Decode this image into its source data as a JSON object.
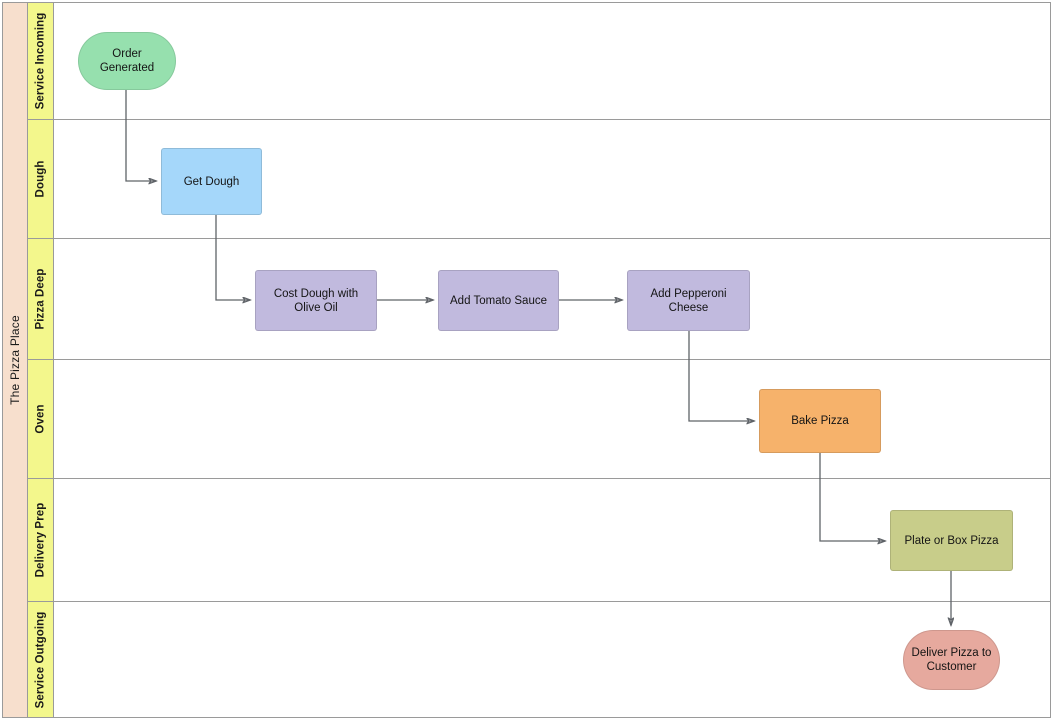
{
  "diagram": {
    "type": "swimlane-flowchart",
    "pool": {
      "name": "The Pizza Place",
      "header_color": "#f7dfcd"
    },
    "lane_header_color": "#f3f78c",
    "border_color": "#9a9a9a",
    "connector_color": "#5f6368",
    "lanes": [
      {
        "id": "service-incoming",
        "label": "Service Incoming"
      },
      {
        "id": "dough",
        "label": "Dough"
      },
      {
        "id": "pizza-deep",
        "label": "Pizza Deep"
      },
      {
        "id": "oven",
        "label": "Oven"
      },
      {
        "id": "delivery-prep",
        "label": "Delivery Prep"
      },
      {
        "id": "service-outgoing",
        "label": "Service Outgoing"
      }
    ],
    "nodes": [
      {
        "id": "order-generated",
        "label": "Order Generated",
        "lane": "service-incoming",
        "shape": "event",
        "color": "#96e0ae"
      },
      {
        "id": "get-dough",
        "label": "Get Dough",
        "lane": "dough",
        "shape": "task",
        "color": "#a5d7fa"
      },
      {
        "id": "coat-dough",
        "label": "Cost Dough with Olive Oil",
        "lane": "pizza-deep",
        "shape": "task",
        "color": "#c1bade"
      },
      {
        "id": "add-tomato-sauce",
        "label": "Add Tomato Sauce",
        "lane": "pizza-deep",
        "shape": "task",
        "color": "#c1bade"
      },
      {
        "id": "add-pepperoni",
        "label": "Add Pepperoni Cheese",
        "lane": "pizza-deep",
        "shape": "task",
        "color": "#c1bade"
      },
      {
        "id": "bake-pizza",
        "label": "Bake Pizza",
        "lane": "oven",
        "shape": "task",
        "color": "#f6b26b"
      },
      {
        "id": "plate-or-box",
        "label": "Plate or Box Pizza",
        "lane": "delivery-prep",
        "shape": "task",
        "color": "#c8cd8a"
      },
      {
        "id": "deliver-pizza",
        "label": "Deliver Pizza to Customer",
        "lane": "service-outgoing",
        "shape": "event",
        "color": "#e6a99e"
      }
    ],
    "flows": [
      {
        "from": "order-generated",
        "to": "get-dough"
      },
      {
        "from": "get-dough",
        "to": "coat-dough"
      },
      {
        "from": "coat-dough",
        "to": "add-tomato-sauce"
      },
      {
        "from": "add-tomato-sauce",
        "to": "add-pepperoni"
      },
      {
        "from": "add-pepperoni",
        "to": "bake-pizza"
      },
      {
        "from": "bake-pizza",
        "to": "plate-or-box"
      },
      {
        "from": "plate-or-box",
        "to": "deliver-pizza"
      }
    ]
  }
}
